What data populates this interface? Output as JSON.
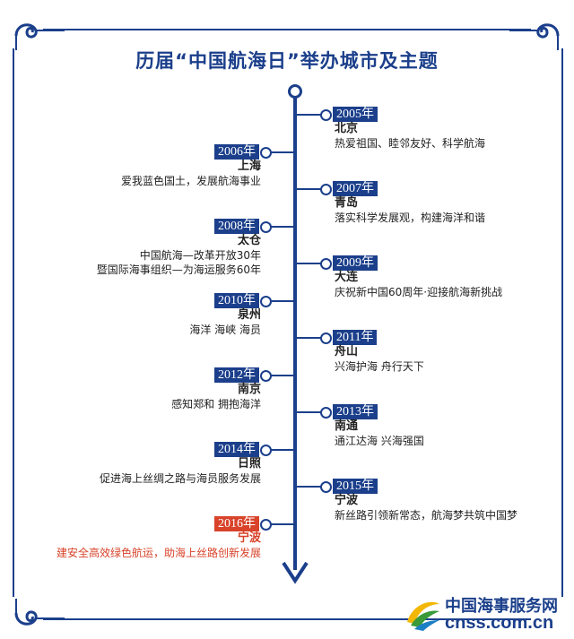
{
  "title": "历届“中国航海日”举办城市及主题",
  "colors": {
    "primary": "#1b3f8b",
    "highlight": "#d8432a"
  },
  "events": [
    {
      "year": "2005年",
      "city": "北京",
      "theme": [
        "热爱祖国、睦邻友好、科学航海"
      ],
      "side": "right"
    },
    {
      "year": "2006年",
      "city": "上海",
      "theme": [
        "爱我蓝色国土，发展航海事业"
      ],
      "side": "left"
    },
    {
      "year": "2007年",
      "city": "青岛",
      "theme": [
        "落实科学发展观，构建海洋和谐"
      ],
      "side": "right"
    },
    {
      "year": "2008年",
      "city": "太仓",
      "theme": [
        "中国航海—改革开放30年",
        "暨国际海事组织—为海运服务60年"
      ],
      "side": "left"
    },
    {
      "year": "2009年",
      "city": "大连",
      "theme": [
        "庆祝新中国60周年·迎接航海新挑战"
      ],
      "side": "right"
    },
    {
      "year": "2010年",
      "city": "泉州",
      "theme": [
        "海洋 海峡 海员"
      ],
      "side": "left"
    },
    {
      "year": "2011年",
      "city": "舟山",
      "theme": [
        "兴海护海 舟行天下"
      ],
      "side": "right"
    },
    {
      "year": "2012年",
      "city": "南京",
      "theme": [
        "感知郑和  拥抱海洋"
      ],
      "side": "left"
    },
    {
      "year": "2013年",
      "city": "南通",
      "theme": [
        "通江达海  兴海强国"
      ],
      "side": "right"
    },
    {
      "year": "2014年",
      "city": "日照",
      "theme": [
        "促进海上丝绸之路与海员服务发展"
      ],
      "side": "left"
    },
    {
      "year": "2015年",
      "city": "宁波",
      "theme": [
        "新丝路引领新常态，航海梦共筑中国梦"
      ],
      "side": "right"
    },
    {
      "year": "2016年",
      "city": "宁波",
      "theme": [
        "建安全高效绿色航运，助海上丝路创新发展"
      ],
      "side": "left",
      "highlight": true
    }
  ],
  "logo": {
    "name_cn": "中国海事服务网",
    "domain": "cnss.com.cn",
    "icon": "logo-swoosh-icon"
  }
}
